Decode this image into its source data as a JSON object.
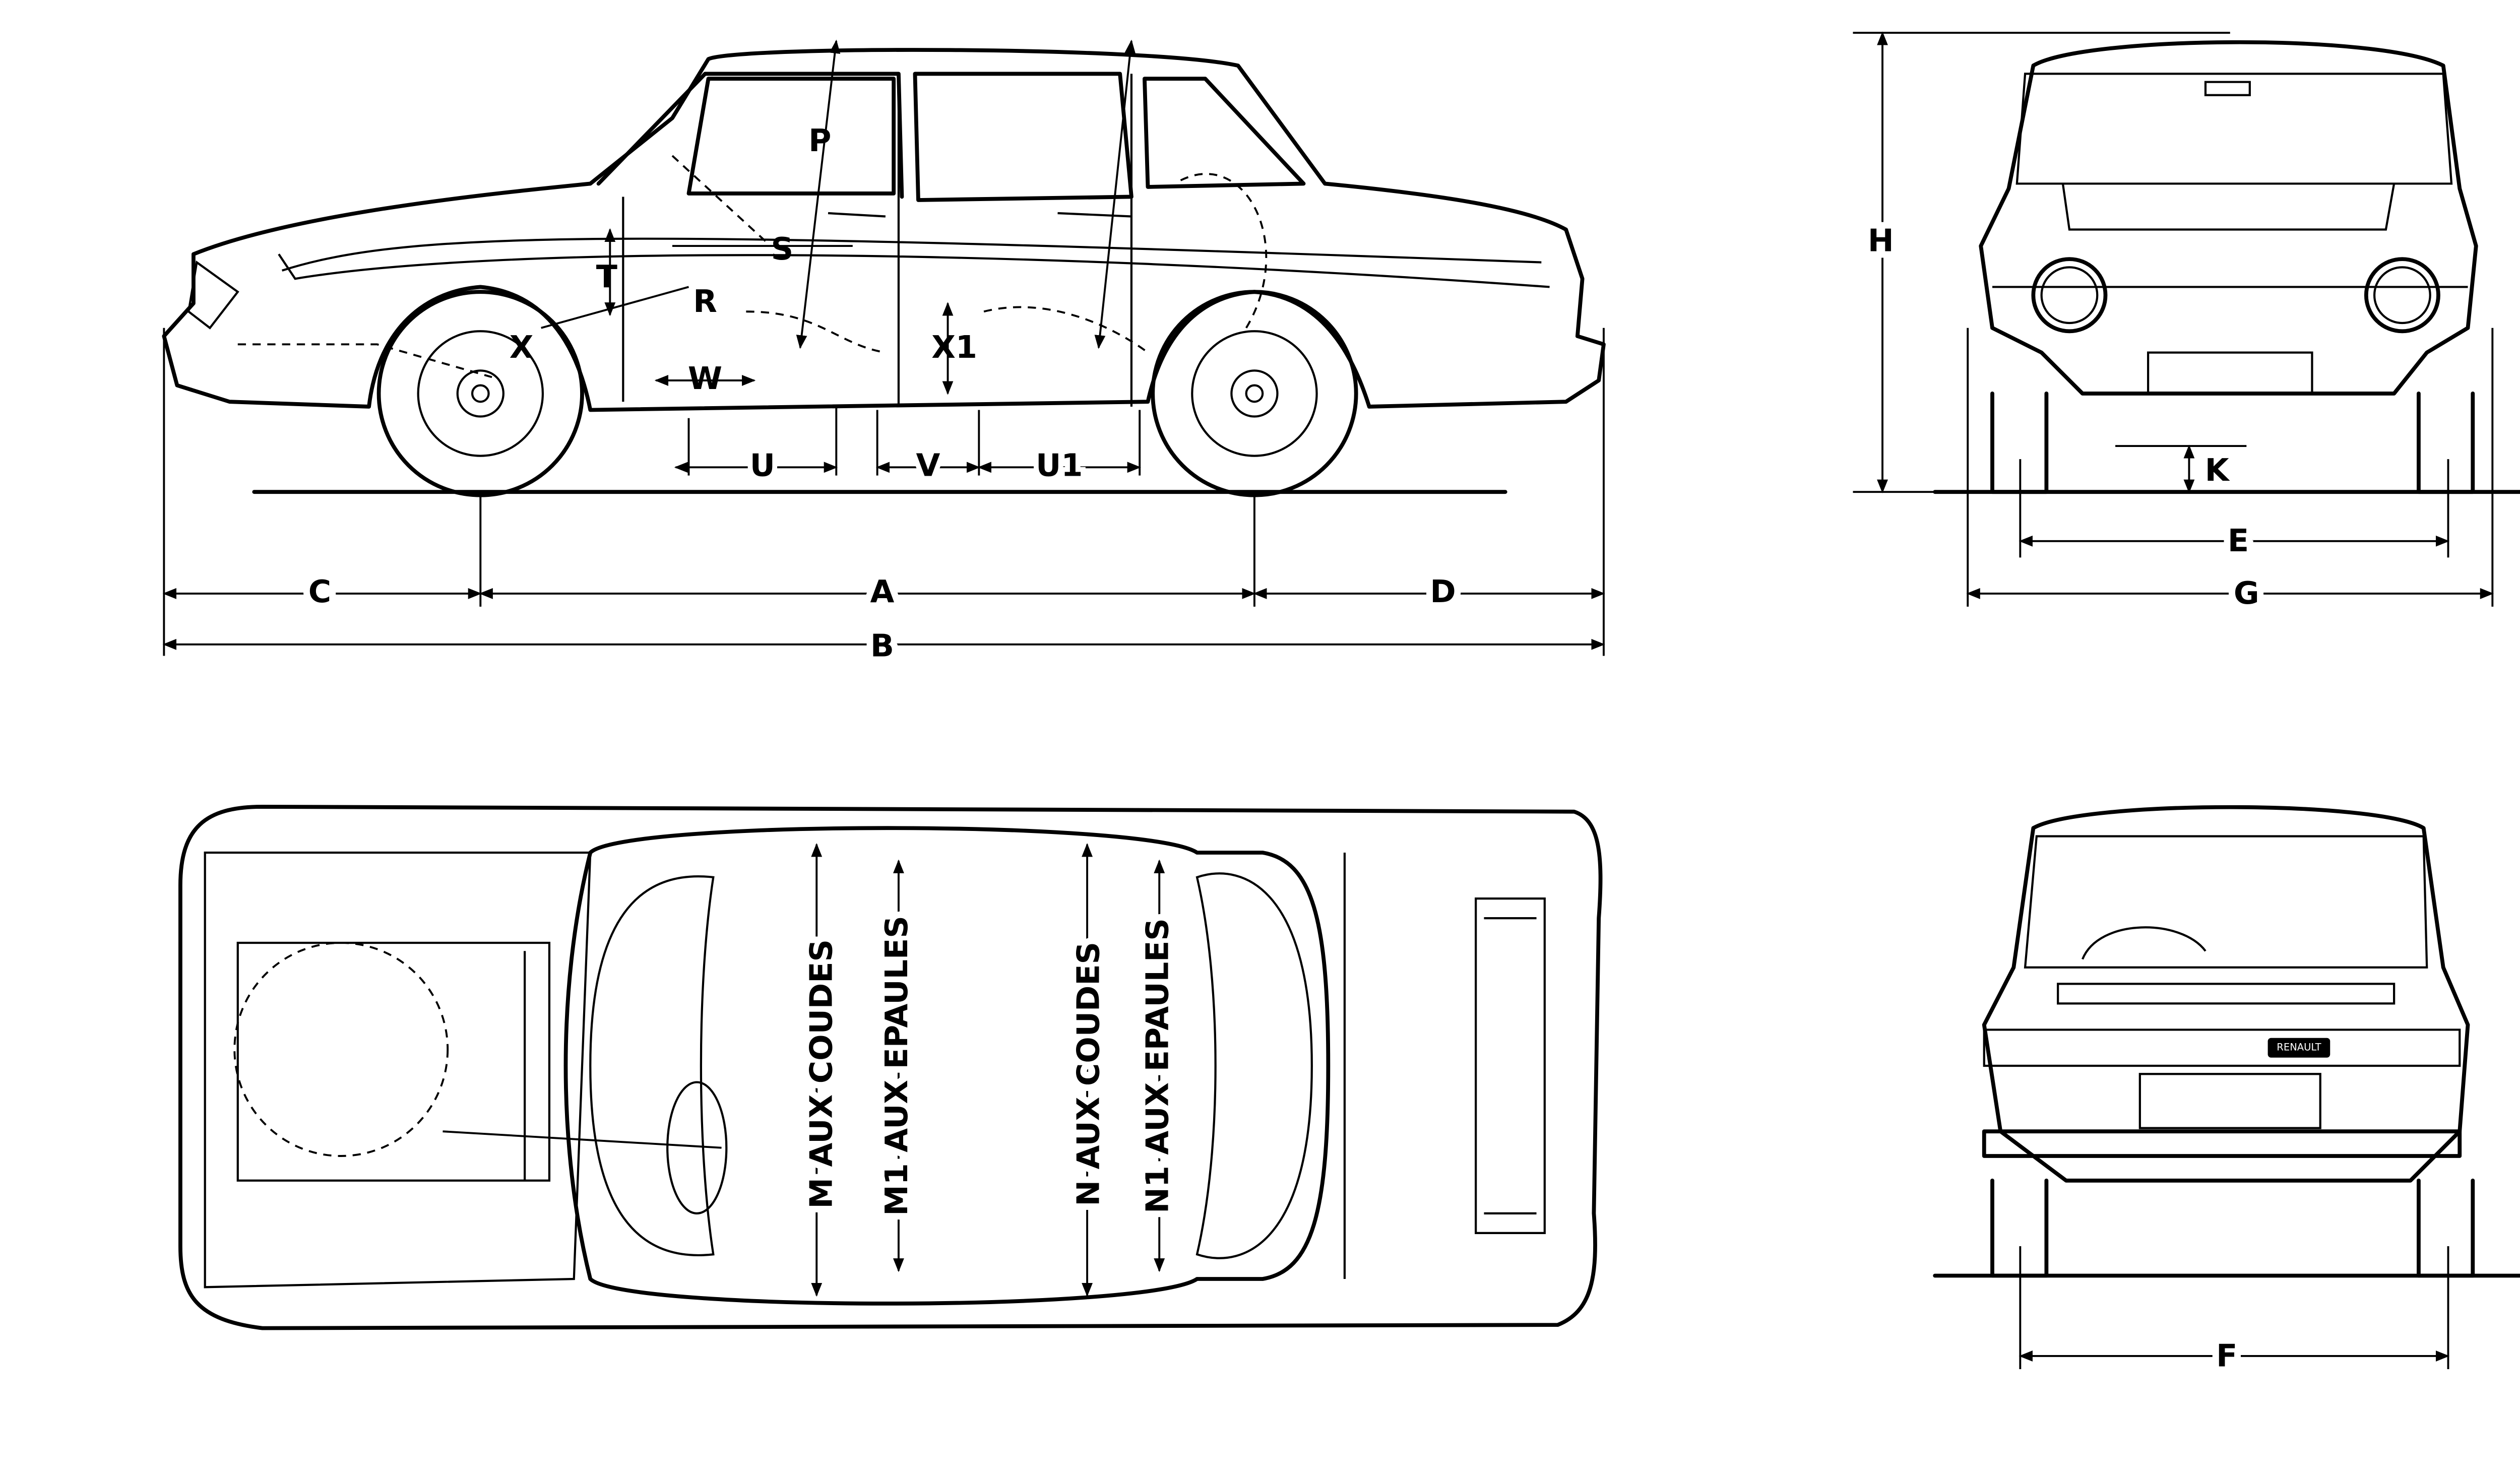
{
  "title": "Renault 10 dimension blueprint",
  "colors": {
    "ink": "#000000",
    "paper": "#ffffff"
  },
  "side_view": {
    "labels": {
      "P": "P",
      "S": "S",
      "T": "T",
      "R": "R",
      "X": "X",
      "W": "W",
      "X1": "X1",
      "U": "U",
      "V": "V",
      "U1": "U1"
    },
    "dimensions": {
      "C": "C",
      "A": "A",
      "D": "D",
      "B": "B"
    }
  },
  "front_view": {
    "labels": {
      "H": "H",
      "K": "K",
      "E": "E",
      "G": "G"
    }
  },
  "top_view": {
    "labels": {
      "M": "M AUX COUDES",
      "M1": "M1 AUX EPAULES",
      "N": "N AUX COUDES",
      "N1": "N1 AUX EPAULES"
    }
  },
  "rear_view": {
    "labels": {
      "F": "F"
    },
    "badge": "RENAULT"
  }
}
